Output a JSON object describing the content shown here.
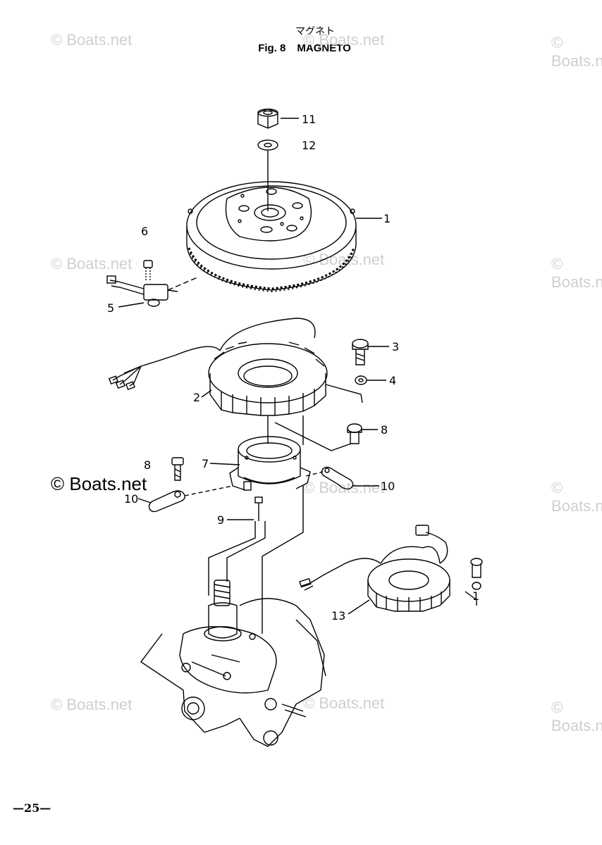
{
  "header": {
    "title_jp": "マグネト",
    "fig_label": "Fig. 8",
    "fig_title": "MAGNETO"
  },
  "footer": {
    "page_number": "—25—"
  },
  "watermarks": {
    "small": "© Boats.net",
    "large": "© Boats.net"
  },
  "callouts": {
    "c1": "1",
    "c2": "2",
    "c3": "3",
    "c4": "4",
    "c5": "5",
    "c6": "6",
    "c7": "7",
    "c8": "8",
    "c8b": "8",
    "c9": "9",
    "c10a": "10",
    "c10b": "10",
    "c11": "11",
    "c12": "12",
    "c13": "13",
    "c1b": "1"
  },
  "colors": {
    "line": "#000000",
    "watermark": "#cfcfcf",
    "background": "#ffffff"
  }
}
